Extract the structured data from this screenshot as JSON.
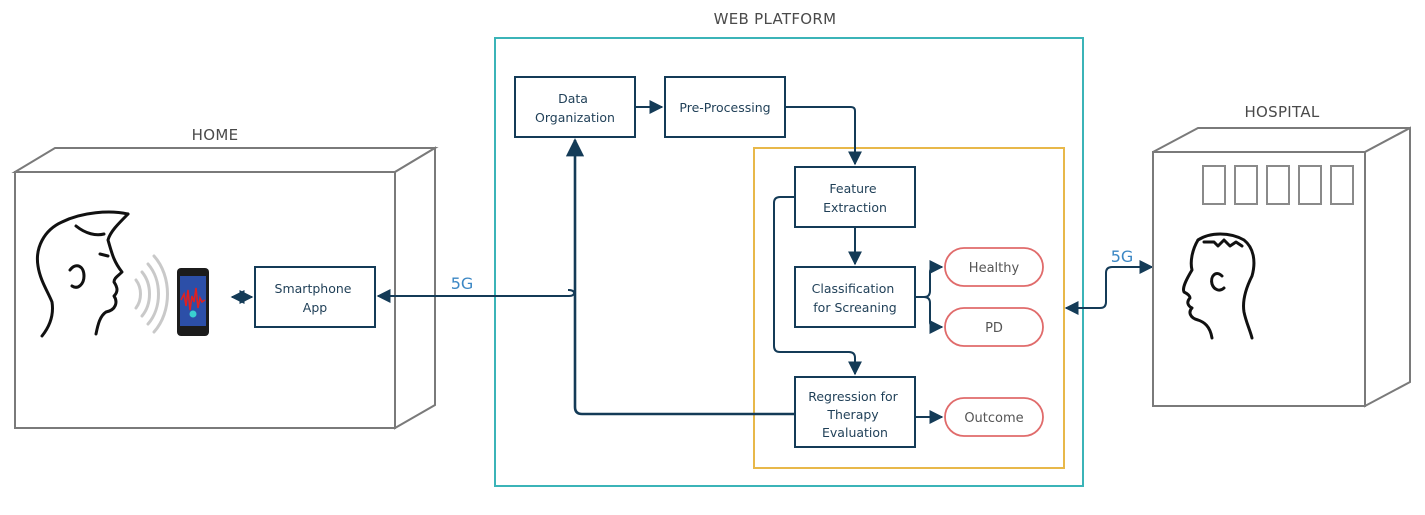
{
  "sections": {
    "home": "HOME",
    "web_platform": "WEB PLATFORM",
    "hospital": "HOSPITAL"
  },
  "boxes": {
    "smartphone_app": [
      "Smartphone",
      "App"
    ],
    "data_organization": [
      "Data",
      "Organization"
    ],
    "pre_processing": [
      "Pre-Processing"
    ],
    "feature_extraction": [
      "Feature",
      "Extraction"
    ],
    "classification": [
      "Classification",
      "for Screaning"
    ],
    "regression": [
      "Regression for",
      "Therapy",
      "Evaluation"
    ]
  },
  "outcomes": {
    "healthy": "Healthy",
    "pd": "PD",
    "outcome": "Outcome"
  },
  "links": {
    "home_to_platform": "5G",
    "platform_to_hospital": "5G"
  },
  "colors": {
    "flow": "#143b57",
    "platform_border": "#3bb4b8",
    "model_border": "#e8b84a",
    "outcome_border": "#e06b6b",
    "link_label": "#3b87c4",
    "building": "#7a7a7a"
  },
  "icons": {
    "patient": "speaking-head-icon",
    "sound": "sound-waves-icon",
    "phone": "smartphone-icon",
    "doctor": "doctor-head-icon"
  }
}
